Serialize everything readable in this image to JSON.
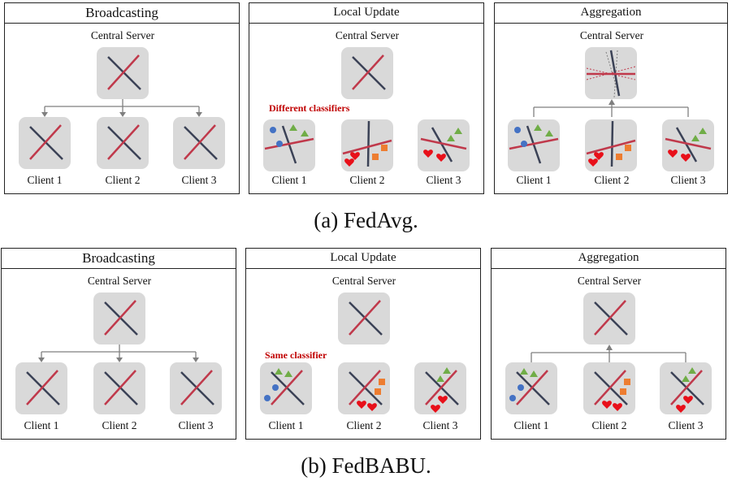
{
  "rows": [
    {
      "caption": "(a) FedAvg.",
      "panels": [
        {
          "title": "Broadcasting",
          "server_label": "Central Server",
          "clients": [
            "Client 1",
            "Client 2",
            "Client 3"
          ]
        },
        {
          "title": "Local Update",
          "server_label": "Central Server",
          "note": "Different classifiers",
          "clients": [
            "Client 1",
            "Client 2",
            "Client 3"
          ]
        },
        {
          "title": "Aggregation",
          "server_label": "Central Server",
          "clients": [
            "Client 1",
            "Client 2",
            "Client 3"
          ]
        }
      ]
    },
    {
      "caption": "(b) FedBABU.",
      "panels": [
        {
          "title": "Broadcasting",
          "server_label": "Central Server",
          "clients": [
            "Client 1",
            "Client 2",
            "Client 3"
          ]
        },
        {
          "title": "Local Update",
          "server_label": "Central Server",
          "note": "Same classifier",
          "clients": [
            "Client 1",
            "Client 2",
            "Client 3"
          ]
        },
        {
          "title": "Aggregation",
          "server_label": "Central Server",
          "clients": [
            "Client 1",
            "Client 2",
            "Client 3"
          ]
        }
      ]
    }
  ],
  "colors": {
    "tile": "#d9d9d9",
    "body_line": "#3b4256",
    "classifier_line": "#c0394b",
    "circle": "#4472c4",
    "triangle": "#70ad47",
    "square": "#ed7d31",
    "heart": "#e8101a",
    "note": "#c00000",
    "arrow": "#7f7f7f"
  },
  "icons": [
    "circle-icon",
    "triangle-icon",
    "square-icon",
    "heart-icon",
    "arrow-icon"
  ]
}
